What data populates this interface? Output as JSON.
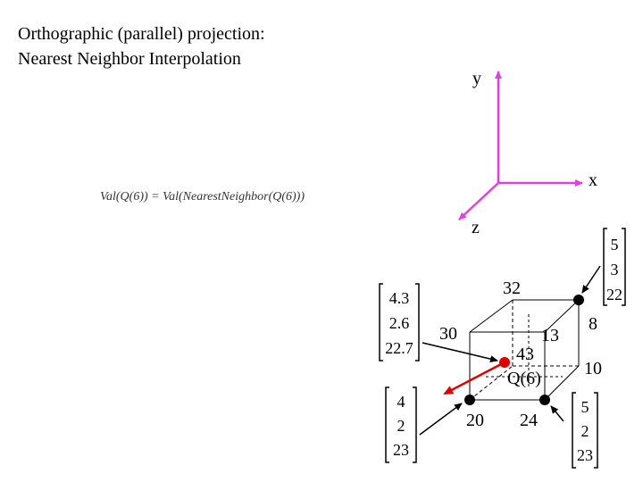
{
  "title": {
    "line1": "Orthographic (parallel) projection:",
    "line2": "Nearest Neighbor Interpolation"
  },
  "formula": "Val(Q(6)) = Val(NearestNeighbor(Q(6)))",
  "axes": {
    "x": "x",
    "y": "y",
    "z": "z"
  },
  "colors": {
    "axis": "#e040e0",
    "arrow": "#dd0000",
    "point": "#000000",
    "query_point": "#dd0000"
  },
  "cube_values": {
    "top_back": "32",
    "left": "30",
    "right": "13",
    "center": "43",
    "query_label": "Q(6)",
    "bottom_left": "20",
    "bottom_right": "24",
    "right_upper": "8",
    "right_lower": "10"
  },
  "vectors": {
    "top_right": [
      "5",
      "3",
      "22"
    ],
    "left_upper": [
      "4.3",
      "2.6",
      "22.7"
    ],
    "left_lower": [
      "4",
      "2",
      "23"
    ],
    "bottom_right": [
      "5",
      "2",
      "23"
    ]
  }
}
